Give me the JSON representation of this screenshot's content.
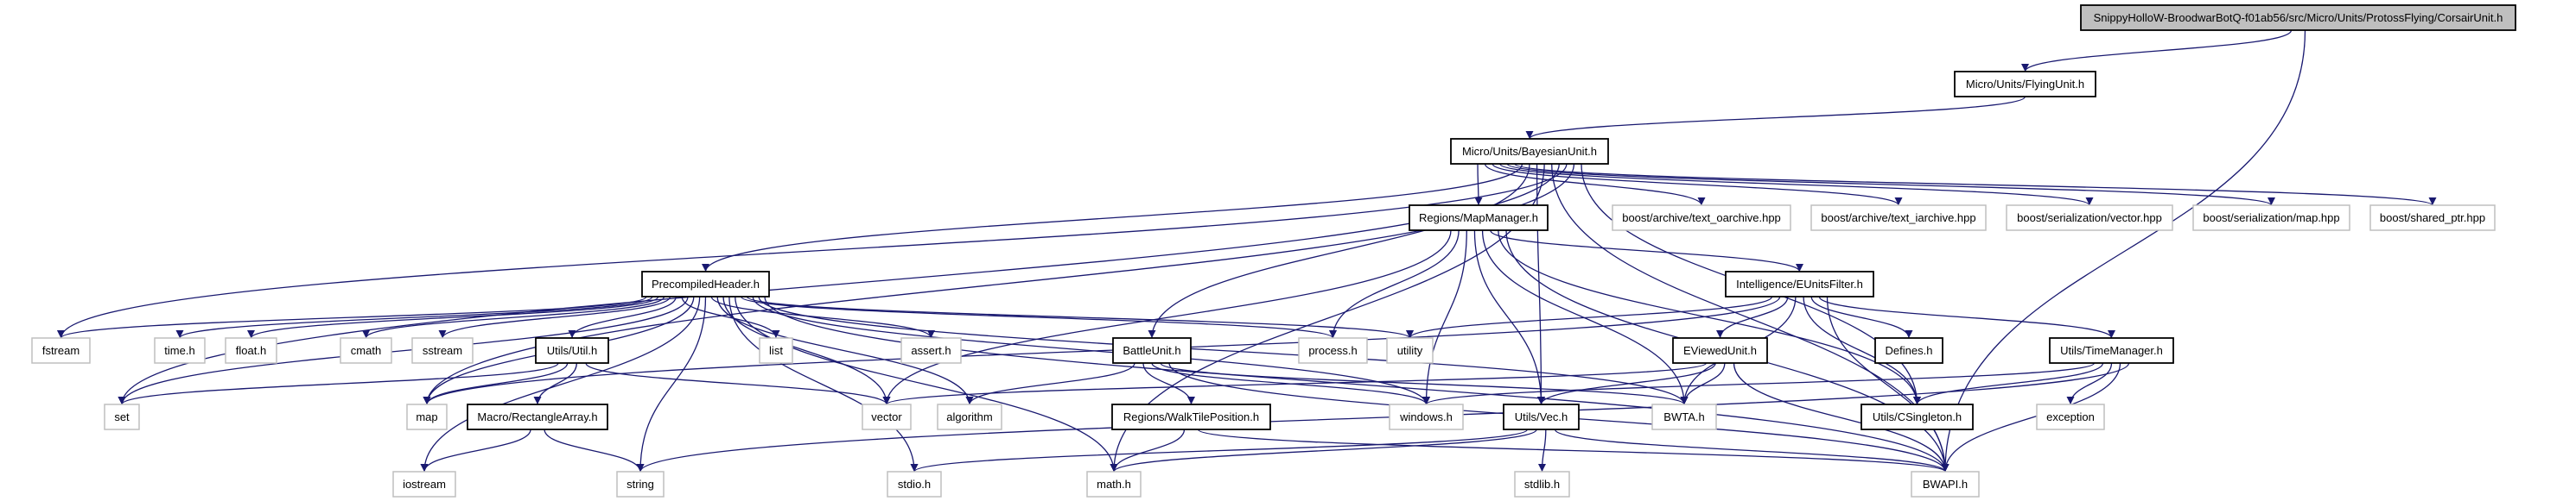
{
  "graph": {
    "colors": {
      "edge": "#191970",
      "root_fill": "#bfbfbf",
      "documented_border": "#000000",
      "external_border": "#bfbfbf"
    },
    "nodes": [
      {
        "id": "corsair",
        "label": "SnippyHolloW-BroodwarBotQ-f01ab56/src/Micro/Units/ProtossFlying/CorsairUnit.h",
        "kind": "root"
      },
      {
        "id": "flying",
        "label": "Micro/Units/FlyingUnit.h",
        "kind": "documented"
      },
      {
        "id": "bayesian",
        "label": "Micro/Units/BayesianUnit.h",
        "kind": "documented"
      },
      {
        "id": "mapmanager",
        "label": "Regions/MapManager.h",
        "kind": "documented"
      },
      {
        "id": "boost_oarchive",
        "label": "boost/archive/text_oarchive.hpp",
        "kind": "external"
      },
      {
        "id": "boost_iarchive",
        "label": "boost/archive/text_iarchive.hpp",
        "kind": "external"
      },
      {
        "id": "boost_vector",
        "label": "boost/serialization/vector.hpp",
        "kind": "external"
      },
      {
        "id": "boost_map",
        "label": "boost/serialization/map.hpp",
        "kind": "external"
      },
      {
        "id": "boost_shared",
        "label": "boost/shared_ptr.hpp",
        "kind": "external"
      },
      {
        "id": "precompiled",
        "label": "PrecompiledHeader.h",
        "kind": "documented"
      },
      {
        "id": "eunitsfilter",
        "label": "Intelligence/EUnitsFilter.h",
        "kind": "documented"
      },
      {
        "id": "fstream",
        "label": "fstream",
        "kind": "external"
      },
      {
        "id": "timeh",
        "label": "time.h",
        "kind": "external"
      },
      {
        "id": "floath",
        "label": "float.h",
        "kind": "external"
      },
      {
        "id": "cmath",
        "label": "cmath",
        "kind": "external"
      },
      {
        "id": "sstream",
        "label": "sstream",
        "kind": "external"
      },
      {
        "id": "util",
        "label": "Utils/Util.h",
        "kind": "documented"
      },
      {
        "id": "list",
        "label": "list",
        "kind": "external"
      },
      {
        "id": "asserth",
        "label": "assert.h",
        "kind": "external"
      },
      {
        "id": "battleunit",
        "label": "BattleUnit.h",
        "kind": "documented"
      },
      {
        "id": "processh",
        "label": "process.h",
        "kind": "external"
      },
      {
        "id": "utility",
        "label": "utility",
        "kind": "external"
      },
      {
        "id": "eviewed",
        "label": "EViewedUnit.h",
        "kind": "documented"
      },
      {
        "id": "defines",
        "label": "Defines.h",
        "kind": "documented"
      },
      {
        "id": "timemanager",
        "label": "Utils/TimeManager.h",
        "kind": "documented"
      },
      {
        "id": "set",
        "label": "set",
        "kind": "external"
      },
      {
        "id": "map",
        "label": "map",
        "kind": "external"
      },
      {
        "id": "rectarray",
        "label": "Macro/RectangleArray.h",
        "kind": "documented"
      },
      {
        "id": "vector",
        "label": "vector",
        "kind": "external"
      },
      {
        "id": "algorithm",
        "label": "algorithm",
        "kind": "external"
      },
      {
        "id": "walktile",
        "label": "Regions/WalkTilePosition.h",
        "kind": "documented"
      },
      {
        "id": "windowsh",
        "label": "windows.h",
        "kind": "external"
      },
      {
        "id": "vec",
        "label": "Utils/Vec.h",
        "kind": "documented"
      },
      {
        "id": "bwta",
        "label": "BWTA.h",
        "kind": "external"
      },
      {
        "id": "csingleton",
        "label": "Utils/CSingleton.h",
        "kind": "documented"
      },
      {
        "id": "exception",
        "label": "exception",
        "kind": "external"
      },
      {
        "id": "iostream",
        "label": "iostream",
        "kind": "external"
      },
      {
        "id": "string",
        "label": "string",
        "kind": "external"
      },
      {
        "id": "stdioh",
        "label": "stdio.h",
        "kind": "external"
      },
      {
        "id": "mathh",
        "label": "math.h",
        "kind": "external"
      },
      {
        "id": "stdlibh",
        "label": "stdlib.h",
        "kind": "external"
      },
      {
        "id": "bwapi",
        "label": "BWAPI.h",
        "kind": "external"
      }
    ],
    "edges": [
      [
        "corsair",
        "flying"
      ],
      [
        "corsair",
        "bwapi"
      ],
      [
        "flying",
        "bayesian"
      ],
      [
        "bayesian",
        "mapmanager"
      ],
      [
        "bayesian",
        "boost_oarchive"
      ],
      [
        "bayesian",
        "boost_iarchive"
      ],
      [
        "bayesian",
        "boost_vector"
      ],
      [
        "bayesian",
        "boost_map"
      ],
      [
        "bayesian",
        "boost_shared"
      ],
      [
        "bayesian",
        "precompiled"
      ],
      [
        "bayesian",
        "battleunit"
      ],
      [
        "bayesian",
        "vec"
      ],
      [
        "bayesian",
        "mathh"
      ],
      [
        "bayesian",
        "bwapi"
      ],
      [
        "bayesian",
        "set"
      ],
      [
        "bayesian",
        "fstream"
      ],
      [
        "bayesian",
        "map"
      ],
      [
        "bayesian",
        "csingleton"
      ],
      [
        "mapmanager",
        "vector"
      ],
      [
        "mapmanager",
        "processh"
      ],
      [
        "mapmanager",
        "windowsh"
      ],
      [
        "mapmanager",
        "vec"
      ],
      [
        "mapmanager",
        "bwta"
      ],
      [
        "mapmanager",
        "eunitsfilter"
      ],
      [
        "mapmanager",
        "csingleton"
      ],
      [
        "mapmanager",
        "bwapi"
      ],
      [
        "precompiled",
        "fstream"
      ],
      [
        "precompiled",
        "timeh"
      ],
      [
        "precompiled",
        "floath"
      ],
      [
        "precompiled",
        "cmath"
      ],
      [
        "precompiled",
        "sstream"
      ],
      [
        "precompiled",
        "util"
      ],
      [
        "precompiled",
        "list"
      ],
      [
        "precompiled",
        "set"
      ],
      [
        "precompiled",
        "map"
      ],
      [
        "precompiled",
        "iostream"
      ],
      [
        "precompiled",
        "string"
      ],
      [
        "precompiled",
        "asserth"
      ],
      [
        "precompiled",
        "algorithm"
      ],
      [
        "precompiled",
        "vector"
      ],
      [
        "precompiled",
        "stdioh"
      ],
      [
        "precompiled",
        "mathh"
      ],
      [
        "precompiled",
        "processh"
      ],
      [
        "precompiled",
        "utility"
      ],
      [
        "precompiled",
        "windowsh"
      ],
      [
        "precompiled",
        "bwta"
      ],
      [
        "precompiled",
        "bwapi"
      ],
      [
        "util",
        "set"
      ],
      [
        "util",
        "map"
      ],
      [
        "util",
        "rectarray"
      ],
      [
        "util",
        "vector"
      ],
      [
        "rectarray",
        "iostream"
      ],
      [
        "rectarray",
        "string"
      ],
      [
        "eunitsfilter",
        "utility"
      ],
      [
        "eunitsfilter",
        "map"
      ],
      [
        "eunitsfilter",
        "eviewed"
      ],
      [
        "eunitsfilter",
        "bwta"
      ],
      [
        "eunitsfilter",
        "csingleton"
      ],
      [
        "eunitsfilter",
        "defines"
      ],
      [
        "eunitsfilter",
        "timemanager"
      ],
      [
        "eunitsfilter",
        "bwapi"
      ],
      [
        "battleunit",
        "algorithm"
      ],
      [
        "battleunit",
        "walktile"
      ],
      [
        "battleunit",
        "windowsh"
      ],
      [
        "battleunit",
        "bwta"
      ],
      [
        "battleunit",
        "bwapi"
      ],
      [
        "walktile",
        "mathh"
      ],
      [
        "walktile",
        "bwapi"
      ],
      [
        "eviewed",
        "vector"
      ],
      [
        "eviewed",
        "vec"
      ],
      [
        "eviewed",
        "bwta"
      ],
      [
        "eviewed",
        "bwapi"
      ],
      [
        "vec",
        "stdioh"
      ],
      [
        "vec",
        "mathh"
      ],
      [
        "vec",
        "stdlibh"
      ],
      [
        "vec",
        "bwapi"
      ],
      [
        "timemanager",
        "windowsh"
      ],
      [
        "timemanager",
        "csingleton"
      ],
      [
        "timemanager",
        "exception"
      ],
      [
        "timemanager",
        "bwapi"
      ],
      [
        "timemanager",
        "string"
      ]
    ]
  }
}
